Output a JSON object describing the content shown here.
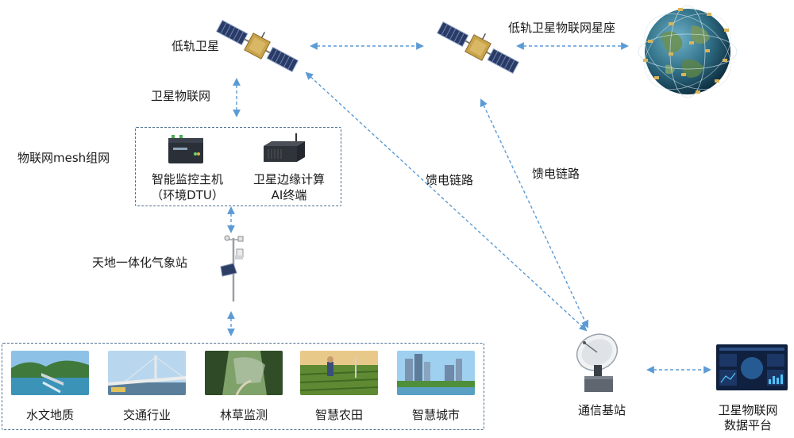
{
  "nodes": {
    "leo_satellite": "低轨卫星",
    "satellite_iot": "卫星物联网",
    "constellation": "低轨卫星物联网星座",
    "mesh": "物联网mesh组网",
    "dtu_line1": "智能监控主机",
    "dtu_line2": "（环境DTU）",
    "edge_line1": "卫星边缘计算",
    "edge_line2": "AI终端",
    "weather_station": "天地一体化气象站",
    "feeder_link_1": "馈电链路",
    "feeder_link_2": "馈电链路",
    "base_station": "通信基站",
    "platform_line1": "卫星物联网",
    "platform_line2": "数据平台"
  },
  "applications": [
    {
      "label": "水文地质"
    },
    {
      "label": "交通行业"
    },
    {
      "label": "林草监测"
    },
    {
      "label": "智慧农田"
    },
    {
      "label": "智慧城市"
    }
  ],
  "colors": {
    "link": "#5b9bd5",
    "box_border": "#4f6f8f",
    "gold": "#c9a34b",
    "panel": "#2d3f66"
  }
}
